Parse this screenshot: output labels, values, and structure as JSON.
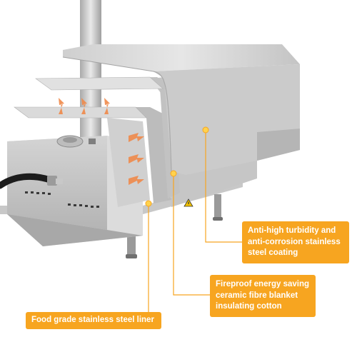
{
  "product": "pizza-oven-diagram",
  "colors": {
    "accent": "#f7a520",
    "heat_arrow": "#f08a4b",
    "steel_light": "#d9d9d9",
    "steel_mid": "#b9b9b9",
    "steel_dark": "#8f8f8f"
  },
  "callouts": {
    "coating": {
      "lines": [
        "Anti-high turbidity and",
        "anti-corrosion stainless",
        "steel coating"
      ]
    },
    "blanket": {
      "lines": [
        "Fireproof energy saving",
        "ceramic fibre blanket",
        "insulating cotton"
      ]
    },
    "liner": {
      "lines": [
        "Food grade stainless steel liner"
      ]
    }
  },
  "icons": {
    "heat_arrows": "heat-arrow-icon",
    "warning": "warning-icon",
    "marker": "callout-dot-icon"
  }
}
